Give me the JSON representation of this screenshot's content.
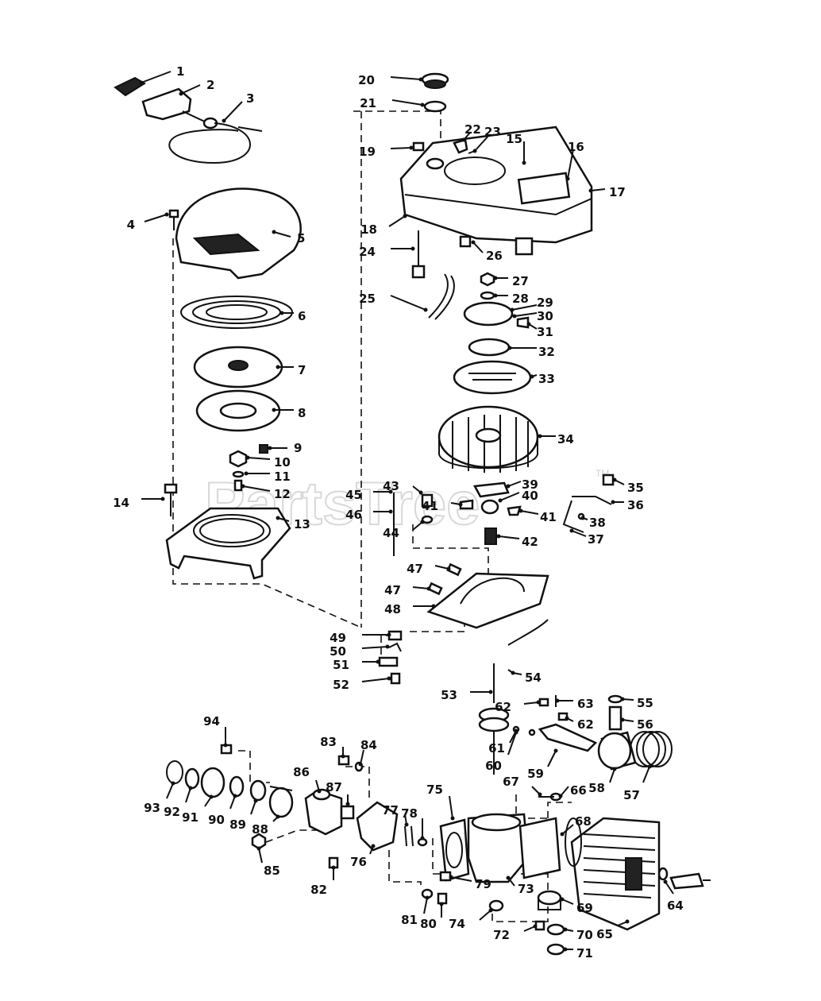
{
  "watermark": {
    "text": "PartsTree",
    "tm": "TM"
  },
  "callouts": [
    "1",
    "2",
    "3",
    "4",
    "5",
    "6",
    "7",
    "8",
    "9",
    "10",
    "11",
    "12",
    "13",
    "14",
    "15",
    "16",
    "17",
    "18",
    "19",
    "20",
    "21",
    "22",
    "23",
    "24",
    "25",
    "26",
    "27",
    "28",
    "29",
    "30",
    "31",
    "32",
    "33",
    "34",
    "35",
    "36",
    "37",
    "38",
    "39",
    "40",
    "41",
    "41",
    "42",
    "43",
    "44",
    "45",
    "46",
    "47",
    "47",
    "48",
    "49",
    "50",
    "51",
    "52",
    "53",
    "54",
    "55",
    "56",
    "57",
    "58",
    "59",
    "60",
    "61",
    "62",
    "62",
    "63",
    "64",
    "65",
    "66",
    "67",
    "68",
    "69",
    "70",
    "71",
    "72",
    "73",
    "74",
    "75",
    "76",
    "77",
    "78",
    "79",
    "80",
    "81",
    "82",
    "83",
    "84",
    "85",
    "86",
    "87",
    "88",
    "89",
    "90",
    "91",
    "92",
    "93",
    "94"
  ]
}
